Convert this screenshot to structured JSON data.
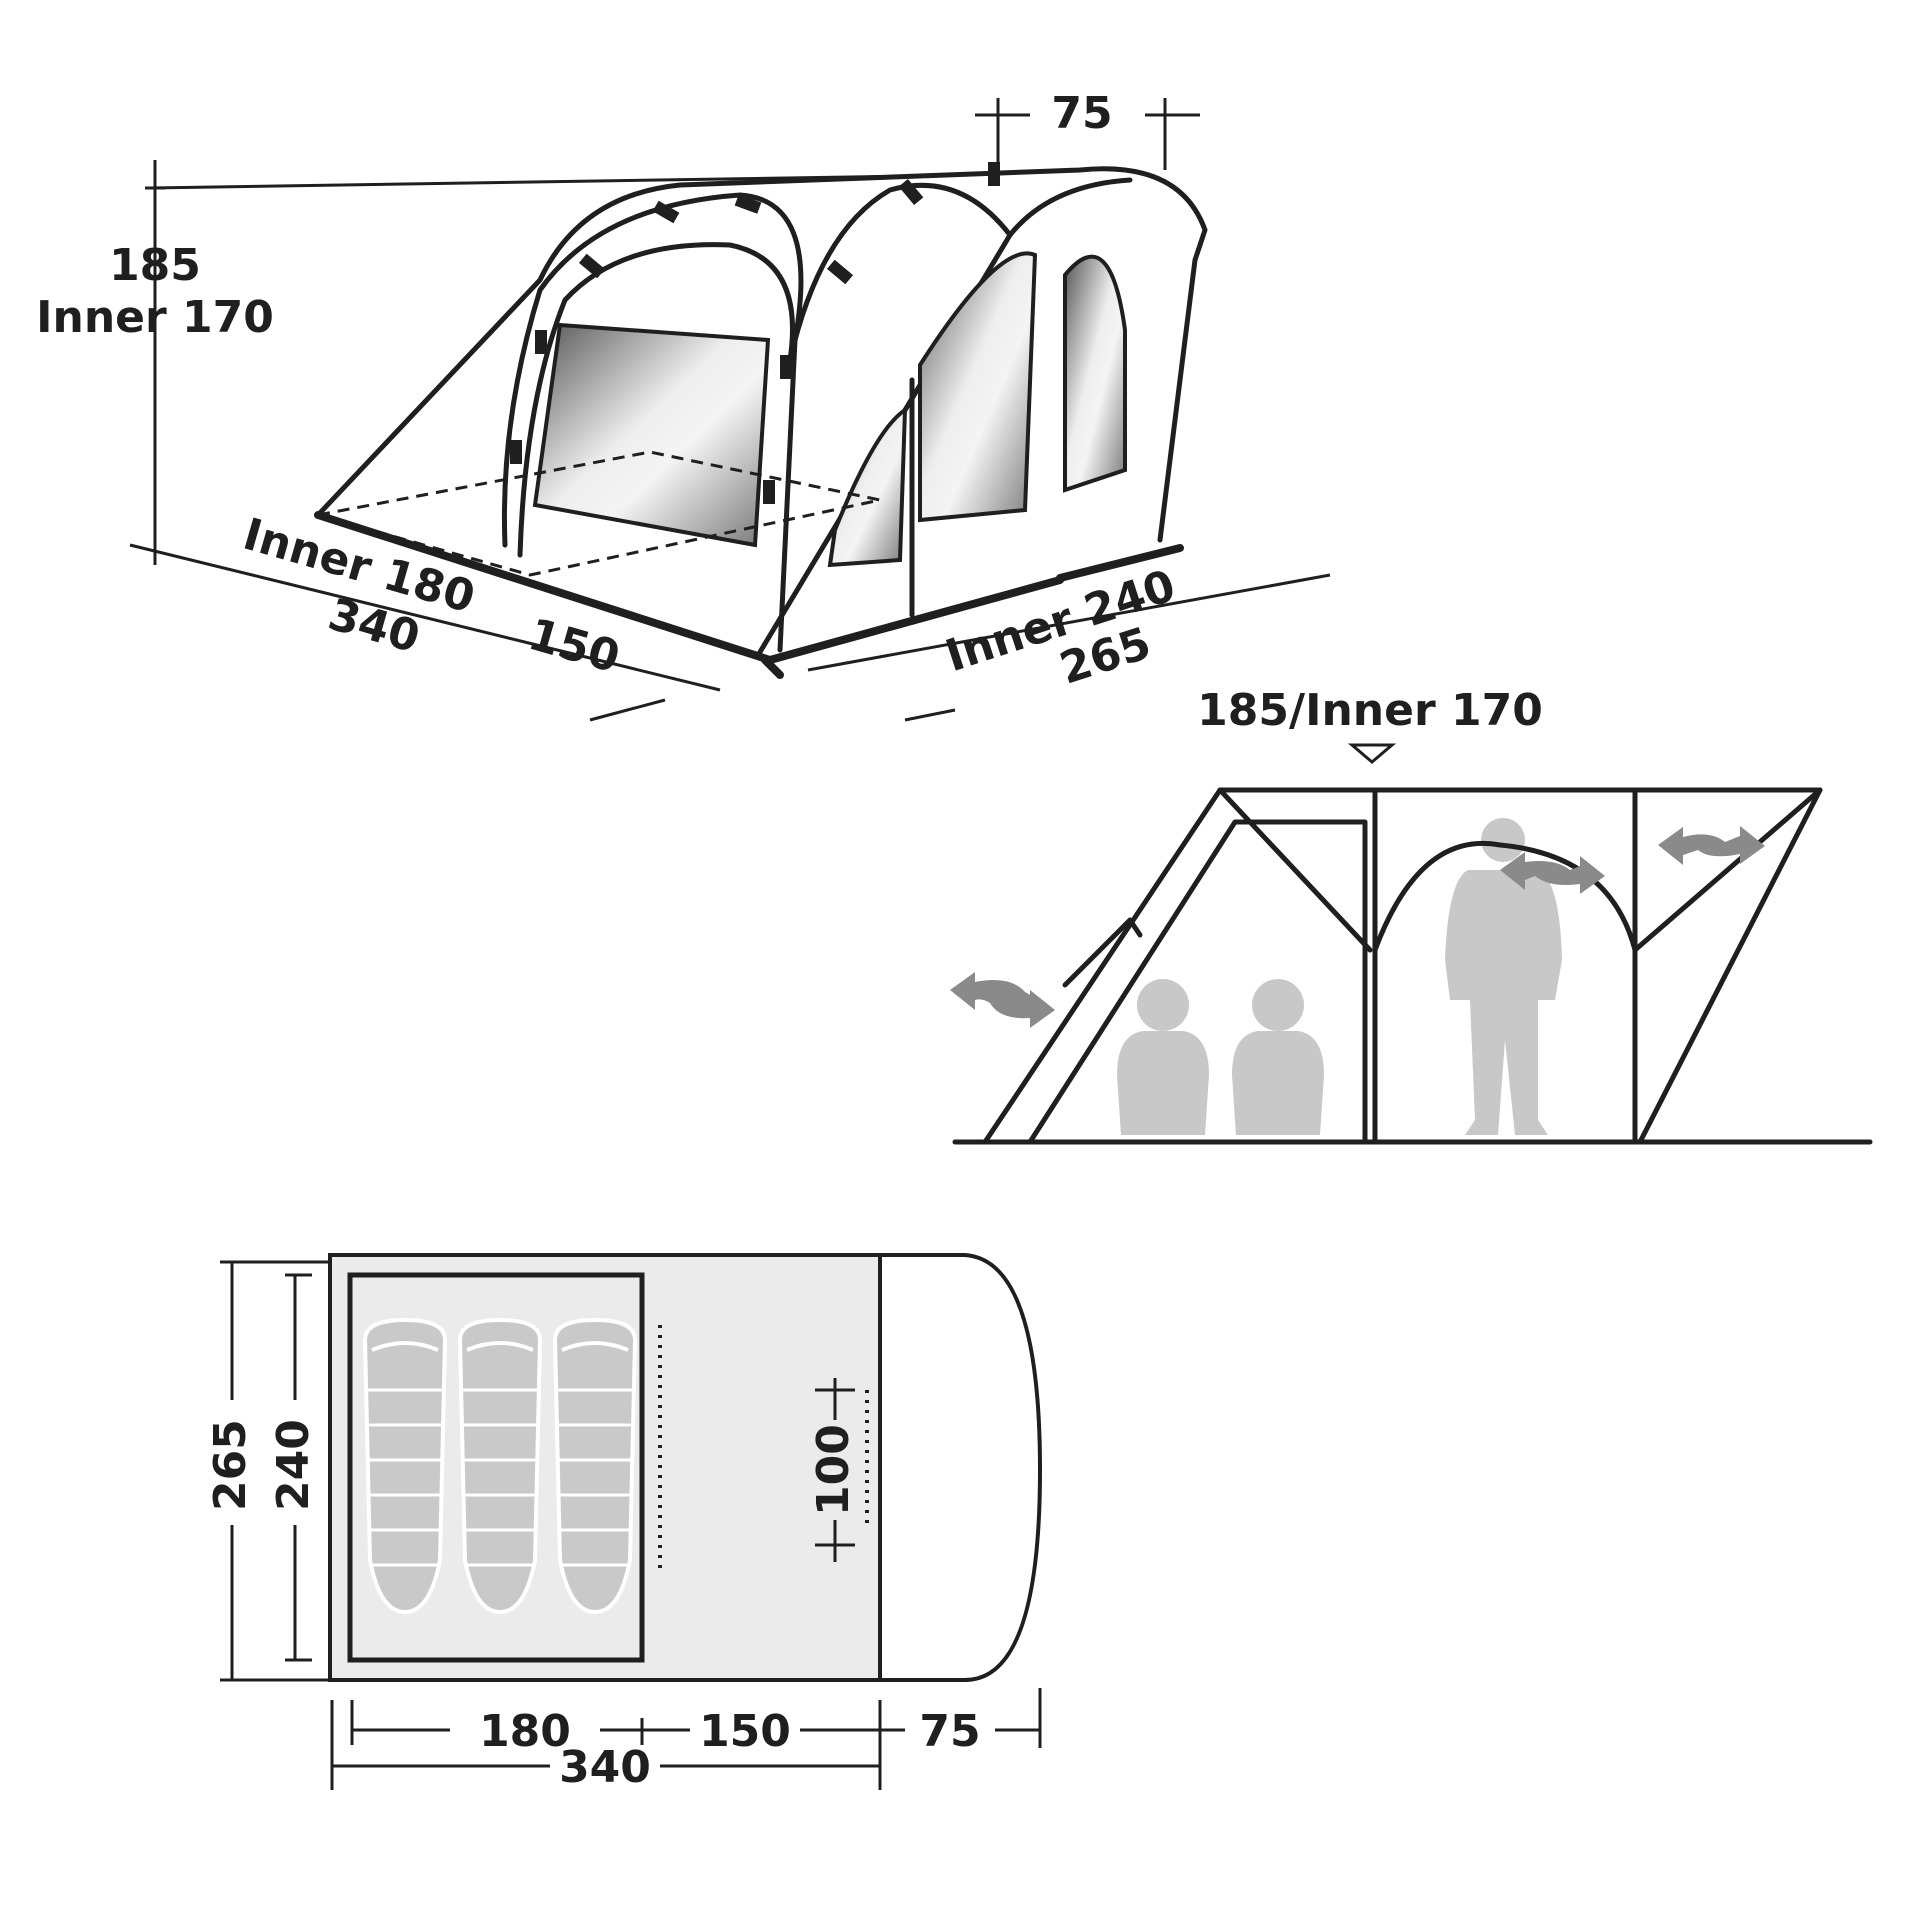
{
  "perspective_view": {
    "labels": {
      "height_total": "185",
      "height_inner": "Inner 170",
      "inner_length": "Inner 180",
      "total_length": "340",
      "porch_length": "150",
      "inner_width": "Inner 240",
      "total_width": "265",
      "top_depth": "75"
    }
  },
  "side_view": {
    "labels": {
      "height": "185/Inner 170"
    }
  },
  "floor_plan": {
    "labels": {
      "width_total": "265",
      "width_inner": "240",
      "door_width": "100",
      "inner_length": "180",
      "porch_length": "150",
      "canopy_length": "75",
      "total_length": "340"
    },
    "sleeping_bags": 3
  },
  "colors": {
    "line": "#1f1f1f",
    "floor_fill": "#ebebeb",
    "person_fill": "#c8c8c8",
    "arrow_fill": "#8a8a8a"
  }
}
